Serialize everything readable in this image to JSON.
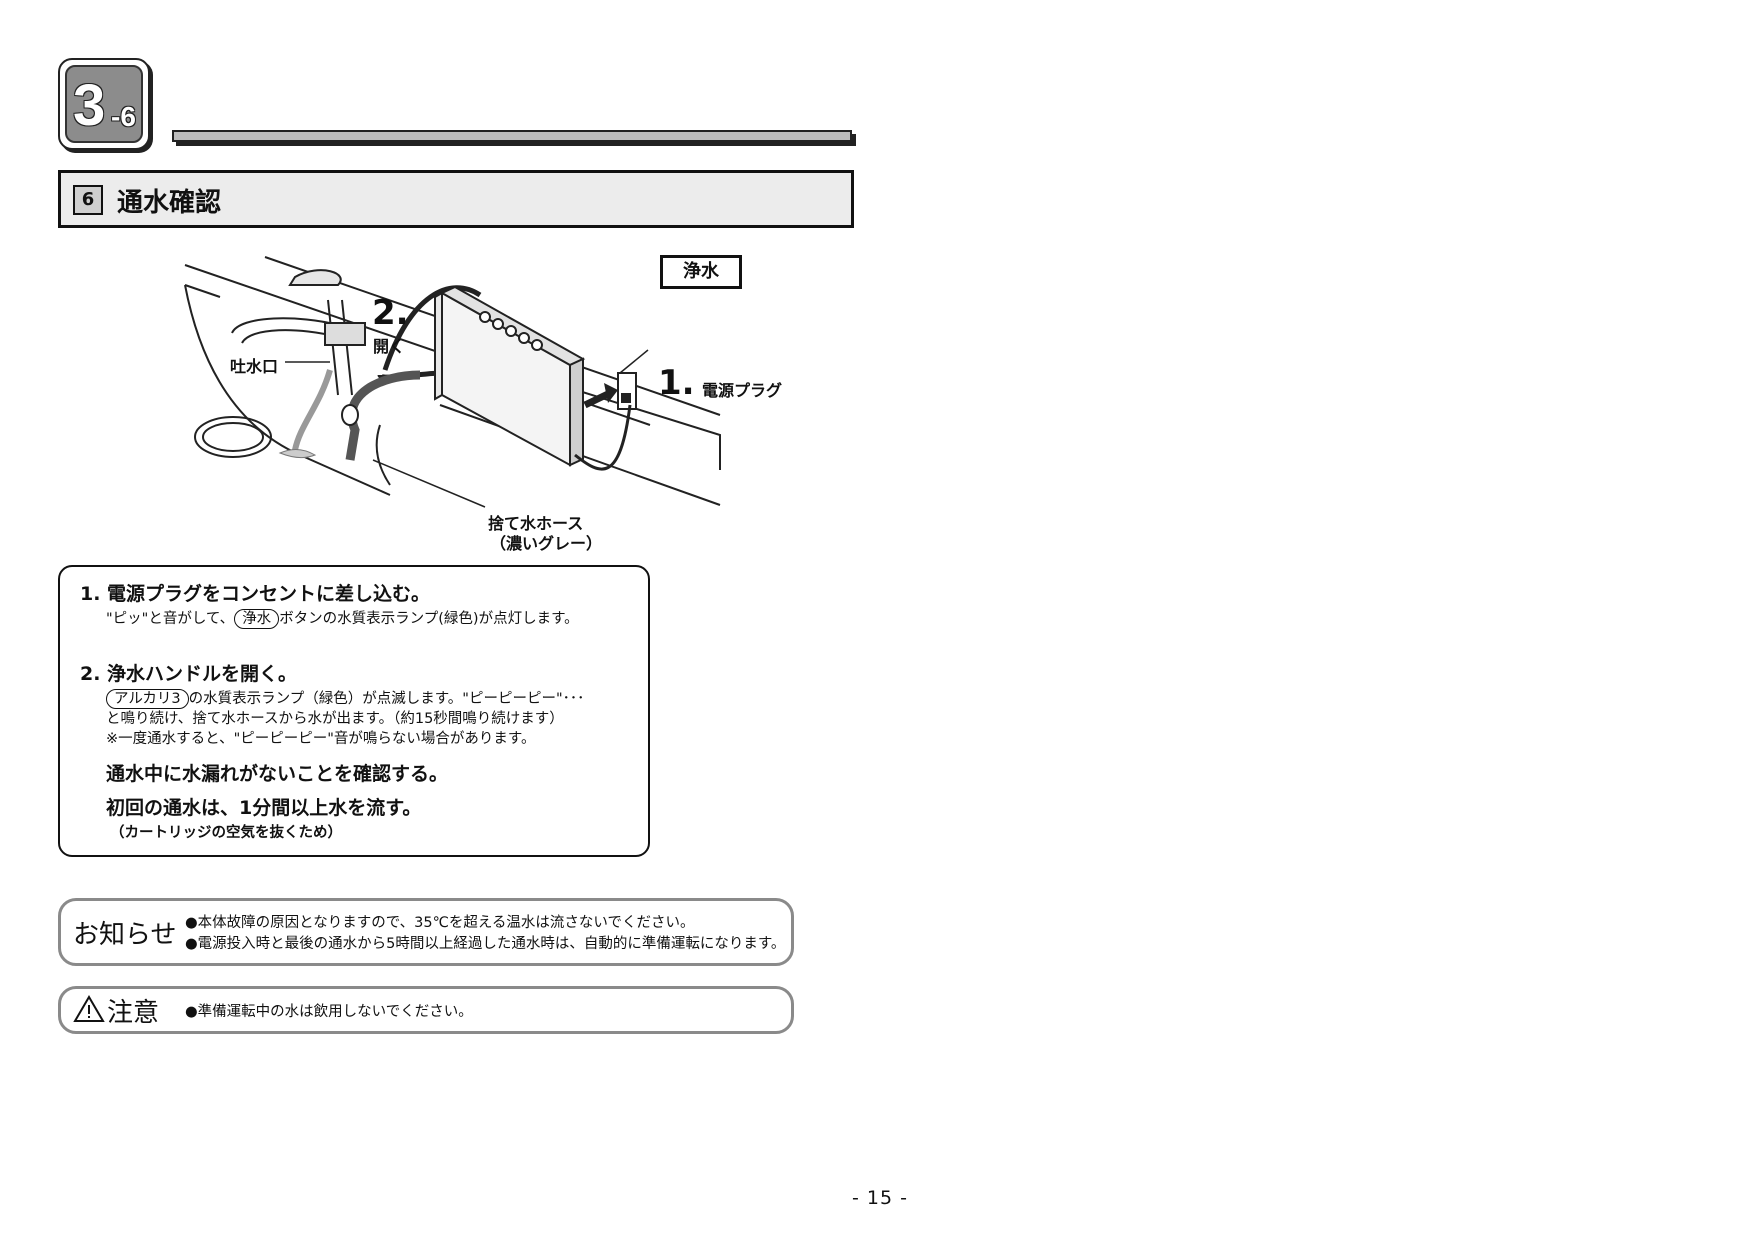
{
  "chapter": {
    "number": "3",
    "sub": "-6"
  },
  "section": {
    "number": "6",
    "title": "通水確認"
  },
  "illustration": {
    "callout_water": "浄水",
    "step1_marker": "1.",
    "step2_marker": "2.",
    "open_label": "開く",
    "spout_label": "吐水口",
    "plug_label": "電源プラグ",
    "hose_label": "捨て水ホース",
    "hose_color_note": "（濃いグレー）"
  },
  "instructions": {
    "step1": {
      "title": "1. 電源プラグをコンセントに差し込む。",
      "text_before": "\"ピッ\"と音がして、",
      "button": "浄水",
      "text_after": "ボタンの水質表示ランプ(緑色)が点灯します。"
    },
    "step2": {
      "title": "2. 浄水ハンドルを開く。",
      "button": "アルカリ3",
      "line1_after": "の水質表示ランプ（緑色）が点滅します。\"ピーピーピー\"･･･",
      "line2": "と鳴り続け、捨て水ホースから水が出ます。（約15秒間鳴り続けます）",
      "line3": "※一度通水すると、\"ピーピーピー\"音が鳴らない場合があります。"
    },
    "check_leak": "通水中に水漏れがないことを確認する。",
    "first_flow": "初回の通水は、1分間以上水を流す。",
    "first_flow_note": "（カートリッジの空気を抜くため）"
  },
  "notice": {
    "label": "お知らせ",
    "items": [
      "●本体故障の原因となりますので、35℃を超える温水は流さないでください。",
      "●電源投入時と最後の通水から5時間以上経過した通水時は、自動的に準備運転になります。"
    ]
  },
  "caution": {
    "label": "注意",
    "items": [
      "●準備運転中の水は飲用しないでください。"
    ]
  },
  "page_number": "- 15 -"
}
